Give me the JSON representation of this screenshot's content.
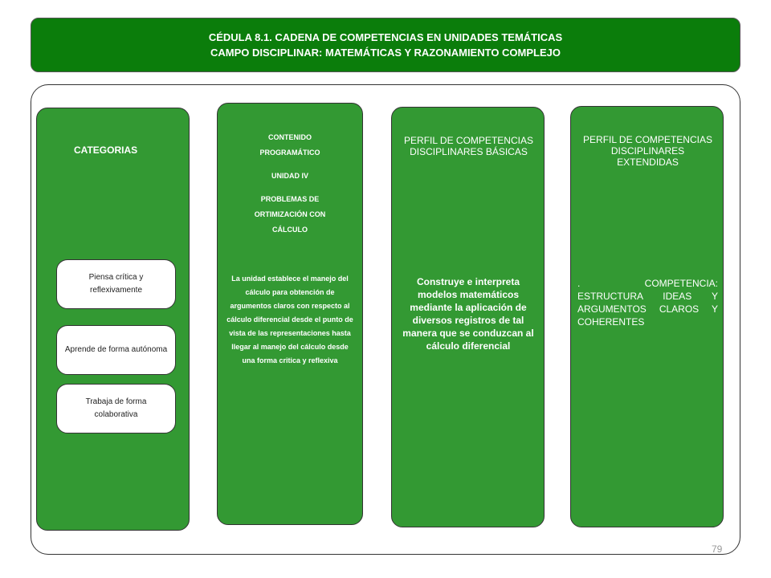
{
  "header": {
    "line1": "CÉDULA 8.1. CADENA DE COMPETENCIAS EN UNIDADES TEMÁTICAS",
    "line2": "CAMPO DISCIPLINAR: MATEMÁTICAS Y RAZONAMIENTO COMPLEJO"
  },
  "categories": {
    "title": "CATEGORIAS",
    "items": [
      "Piensa crítica y reflexivamente",
      "Aprende de forma autónoma",
      "Trabaja de forma colaborativa"
    ]
  },
  "content": {
    "label": "CONTENIDO PROGRAMÁTICO",
    "unit": "UNIDAD IV",
    "unit_title": "PROBLEMAS DE ORTIMIZACIÓN CON CÁLCULO",
    "description": "La unidad establece el manejo del cálculo para obtención de argumentos claros con respecto al cálculo diferencial desde el punto de vista de las representaciones hasta llegar al manejo del cálculo desde una forma critica y reflexiva"
  },
  "basic_profile": {
    "title": "PERFIL DE COMPETENCIAS DISCIPLINARES BÁSICAS",
    "text": "Construye e interpreta modelos matemáticos mediante la aplicación de diversos registros de tal manera que se conduzcan al cálculo diferencial"
  },
  "extended_profile": {
    "title": "PERFIL DE COMPETENCIAS DISCIPLINARES EXTENDIDAS",
    "text": ". COMPETENCIA: ESTRUCTURA IDEAS Y ARGUMENTOS CLAROS Y COHERENTES"
  },
  "page_number": "79"
}
